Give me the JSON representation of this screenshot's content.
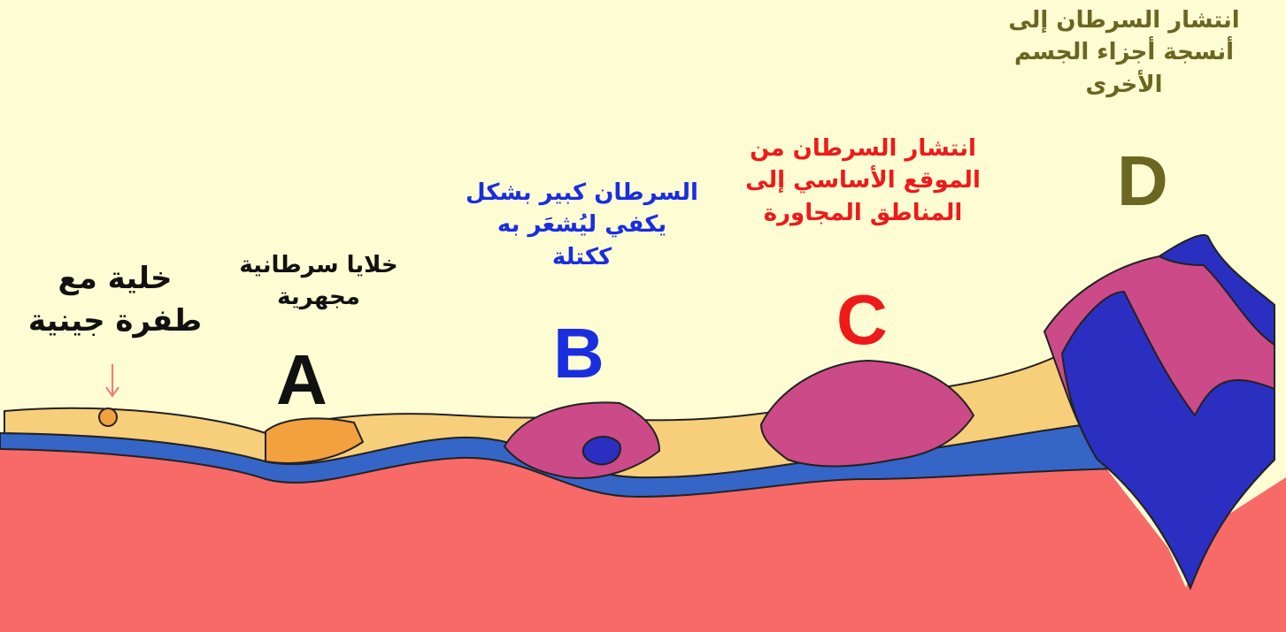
{
  "labels": {
    "mutation": {
      "lines": [
        "خلية مع",
        "طفرة جينية"
      ],
      "color": "#111111"
    },
    "a": {
      "lines": [
        "خلايا سرطانية",
        "مجهرية"
      ],
      "color": "#111111"
    },
    "b": {
      "lines": [
        "السرطان كبير بشكل",
        "يكفي ليُشعَر به",
        "ككتلة"
      ],
      "color": "#1a2ee0"
    },
    "c": {
      "lines": [
        "انتشار السرطان من",
        "الموقع الأساسي إلى",
        "المناطق المجاورة"
      ],
      "color": "#ee1a1a"
    },
    "d": {
      "lines": [
        "انتشار السرطان إلى",
        "أنسجة أجزاء الجسم",
        "الأخرى"
      ],
      "color": "#6b6620"
    }
  },
  "stages": {
    "a": "A",
    "b": "B",
    "c": "C",
    "d": "D"
  },
  "colors": {
    "background": "#fdfcd2",
    "tissue": "#f86a68",
    "membrane": "#3565c6",
    "normal_cell": "#f7cf7a",
    "precancer_cell": "#f3a03f",
    "tumor_cell": "#cc4a88",
    "invasive_cell": "#2a2fc2",
    "outline": "#222222",
    "arrow": "#f07a7a"
  }
}
